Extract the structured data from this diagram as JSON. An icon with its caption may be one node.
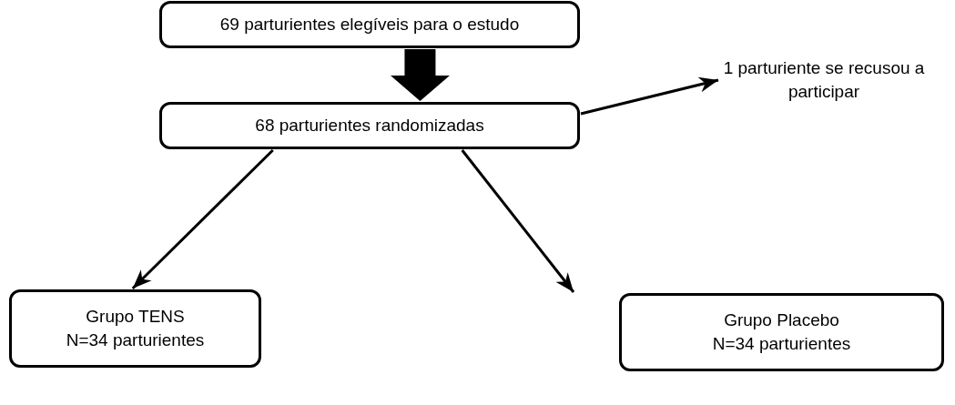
{
  "diagram": {
    "nodes": [
      {
        "text": [
          "69 parturientes elegíveis para o estudo"
        ]
      },
      {
        "text": [
          "68 parturientes randomizadas"
        ]
      },
      {
        "text": [
          "1 parturiente se recusou a participar"
        ]
      },
      {
        "text": [
          "Grupo TENS",
          "N=34 parturientes"
        ]
      },
      {
        "text": [
          "Grupo Placebo",
          "N=34 parturientes"
        ]
      }
    ],
    "edges": [
      {
        "from": 0,
        "to": 1,
        "arrow": "to",
        "style": "thick"
      },
      {
        "from": 1,
        "to": 2,
        "arrow": "to"
      },
      {
        "from": 1,
        "to": 3,
        "arrow": "to"
      },
      {
        "from": 1,
        "to": 4,
        "arrow": "to"
      }
    ]
  }
}
